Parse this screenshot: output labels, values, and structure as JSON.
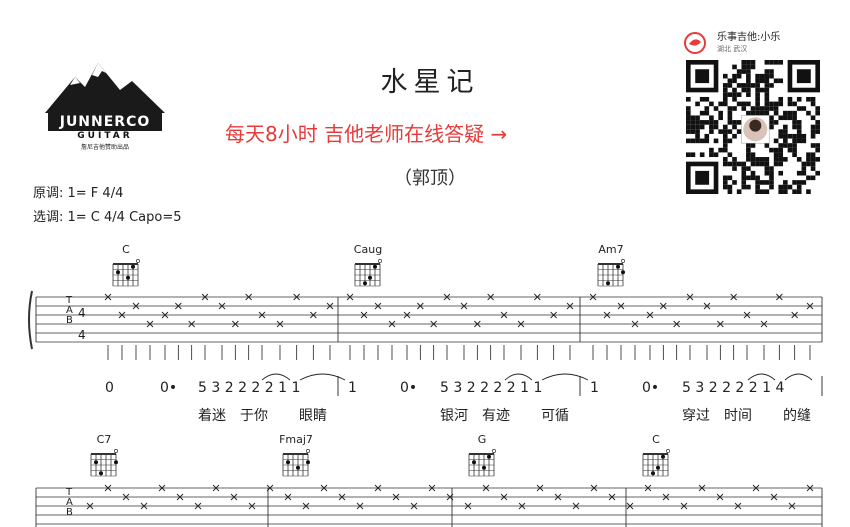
{
  "header": {
    "title": "水星记",
    "promo": "每天8小时  吉他老师在线答疑  →",
    "artist": "（郭顶）",
    "original_key": "原调:  1= F 4/4",
    "chosen_key": "选调:  1= C 4/4    Capo=5"
  },
  "logo": {
    "brand": "JUNNERCO",
    "sub": "GUITAR",
    "caption": "詹尼吉他赞助出品"
  },
  "qr_card": {
    "name": "乐事吉他:小乐",
    "location": "湖北 武汉"
  },
  "chords_row1": [
    "C",
    "Caug",
    "Am7"
  ],
  "chords_row2": [
    "C7",
    "Fmaj7",
    "G",
    "C"
  ],
  "tab_letters": [
    "T",
    "A",
    "B"
  ],
  "time_signature": [
    "4",
    "4"
  ],
  "jianpu_row1": {
    "m1": "0",
    "m2a": "0•",
    "m2b": "5 3  2 2 2  2  1 1",
    "m3a": "1",
    "m3b": "0•",
    "m3c": "5 3  2 2 2  2  1 1",
    "m4a": "1",
    "m4b": "0•",
    "m4c": "5 3  2 2 2  2  1 4"
  },
  "lyrics_row1": {
    "a": "着迷",
    "b": "于你",
    "c": "眼睛",
    "d": "银河",
    "e": "有迹",
    "f": "可循",
    "g": "穿过",
    "h": "时间",
    "i": "的缝"
  },
  "colors": {
    "promo": "#e83a3a",
    "staff": "#333333",
    "logo": "#1a1a1a"
  }
}
